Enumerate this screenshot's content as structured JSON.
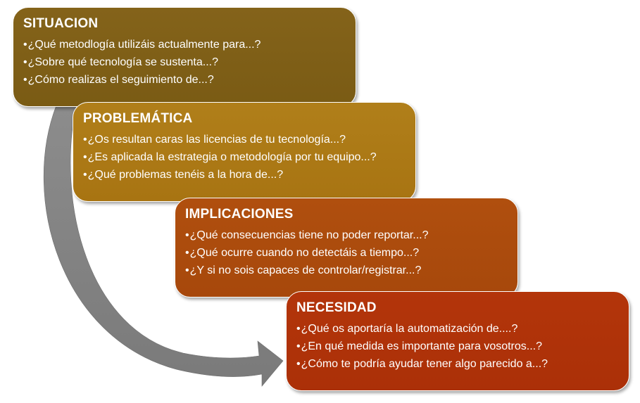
{
  "colors": {
    "situacion": "#7f5f17",
    "problematica": "#ab7a15",
    "implicaciones": "#ab4b0d",
    "necesidad": "#af3309",
    "arrow": "#808080",
    "text": "#ffffff"
  },
  "bullet": "•",
  "sections": [
    {
      "title": "SITUACION",
      "items": [
        "¿Qué metodlogía utilizáis actualmente para...?",
        "¿Sobre qué tecnología se sustenta...?",
        "¿Cómo realizas el seguimiento de...?"
      ]
    },
    {
      "title": "PROBLEMÁTICA",
      "items": [
        "¿Os resultan caras las licencias de tu tecnología...?",
        "¿Es aplicada la estrategia o metodología por tu equipo...?",
        "¿Qué problemas tenéis a la hora de...?"
      ]
    },
    {
      "title": "IMPLICACIONES",
      "items": [
        "¿Qué consecuencias tiene no poder reportar...?",
        "¿Qué ocurre cuando no detectáis a tiempo...?",
        "¿Y si no sois capaces de controlar/registrar...?"
      ]
    },
    {
      "title": "NECESIDAD",
      "items": [
        "¿Qué os aportaría la automatización de....?",
        "¿En qué medida es importante para vosotros...?",
        "¿Cómo te podría ayudar tener algo parecido a...?"
      ]
    }
  ]
}
